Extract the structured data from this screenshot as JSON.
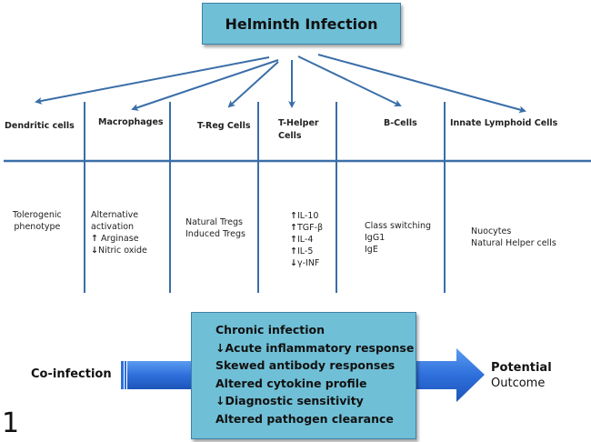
{
  "top": {
    "title": "Helminth Infection"
  },
  "colors": {
    "box_fill": "#6fbfd6",
    "line": "#3a6ea8",
    "arrow_fill": "#2f6fcf"
  },
  "columns": [
    {
      "header": "Dendritic cells",
      "content": [
        {
          "text": "Tolerogenic"
        },
        {
          "text": "phenotype"
        }
      ]
    },
    {
      "header": "Macrophages",
      "content": [
        {
          "text": "Alternative"
        },
        {
          "text": "activation"
        },
        {
          "arrow": "up",
          "text": " Arginase"
        },
        {
          "arrow": "down",
          "text": "Nitric oxide"
        }
      ]
    },
    {
      "header": "T-Reg Cells",
      "content": [
        {
          "text": "Natural Tregs"
        },
        {
          "text": "Induced Tregs"
        }
      ]
    },
    {
      "header_lines": [
        "T-Helper",
        "Cells"
      ],
      "content": [
        {
          "arrow": "up",
          "text": "IL-10"
        },
        {
          "arrow": "up",
          "text": "TGF-β"
        },
        {
          "arrow": "up",
          "text": "IL-4"
        },
        {
          "arrow": "up",
          "text": "IL-5"
        },
        {
          "arrow": "down",
          "text": "γ-INF"
        }
      ]
    },
    {
      "header": "B-Cells",
      "content": [
        {
          "text": "Class switching"
        },
        {
          "text": "IgG1"
        },
        {
          "text": "IgE"
        }
      ]
    },
    {
      "header": "Innate Lymphoid Cells",
      "content": [
        {
          "text": "Nuocytes"
        },
        {
          "text": "Natural Helper cells"
        }
      ]
    }
  ],
  "outcomes": [
    {
      "text": "Chronic infection"
    },
    {
      "arrow": "down",
      "text": "Acute inflammatory response"
    },
    {
      "text": "Skewed antibody responses"
    },
    {
      "text": "Altered cytokine profile"
    },
    {
      "arrow": "down",
      "text": "Diagnostic sensitivity"
    },
    {
      "text": "Altered pathogen clearance"
    }
  ],
  "left_label": "Co-infection",
  "right_label": [
    "Potential",
    "Outcome"
  ],
  "figure_number": "1",
  "arrow_glyphs": {
    "up": "🡅",
    "down": "🡇"
  }
}
